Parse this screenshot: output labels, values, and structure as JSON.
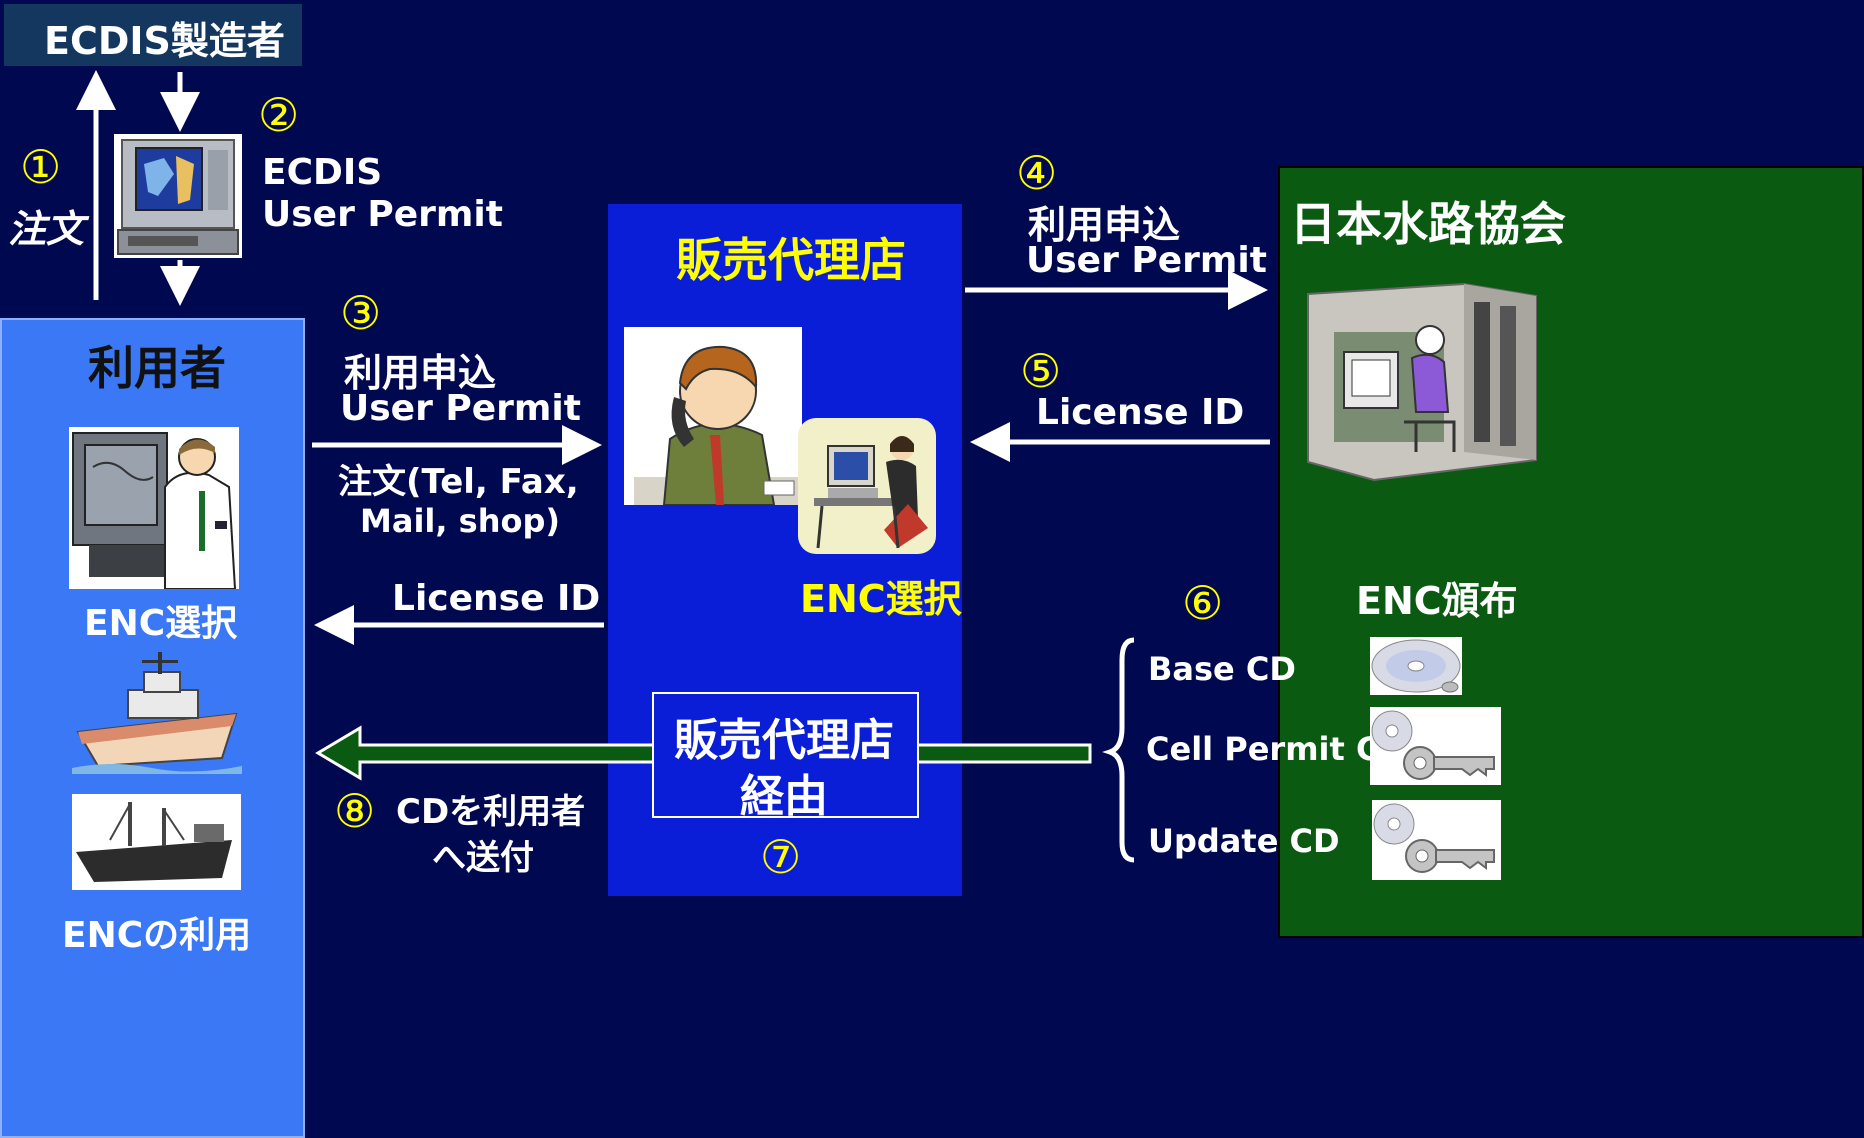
{
  "ecdis_maker": "ECDIS製造者",
  "steps": {
    "s1": "①",
    "s2": "②",
    "s3": "③",
    "s4": "④",
    "s5": "⑤",
    "s6": "⑥",
    "s7": "⑦",
    "s8": "⑧"
  },
  "step1_label": "注文",
  "step2": {
    "line1": "ECDIS",
    "line2": "User Permit"
  },
  "user": {
    "title": "利用者",
    "enc_select": "ENC選択",
    "enc_use": "ENCの利用"
  },
  "step3": {
    "line1": "利用申込",
    "line2": "User Permit",
    "line3": "注文(Tel, Fax,",
    "line4": "Mail, shop)"
  },
  "license_left": "License ID",
  "agent": {
    "title": "販売代理店",
    "enc_select": "ENC選択",
    "via_line1": "販売代理店",
    "via_line2": "経由"
  },
  "step4": {
    "line1": "利用申込",
    "line2": "User Permit"
  },
  "step5_label": "License ID",
  "jhta": {
    "title": "日本水路協会",
    "distribution": "ENC頒布"
  },
  "cds": [
    "Base CD",
    "Cell Permit CD",
    "Update CD"
  ],
  "step8": {
    "line1": "CDを利用者",
    "line2": "へ送付"
  },
  "colors": {
    "background": "#00084f",
    "user_panel": "#3b78f6",
    "agent_panel": "#0a1ed8",
    "jhta_panel": "#0a5a12",
    "maker_box": "#14375f",
    "step_number": "#ffff00"
  }
}
